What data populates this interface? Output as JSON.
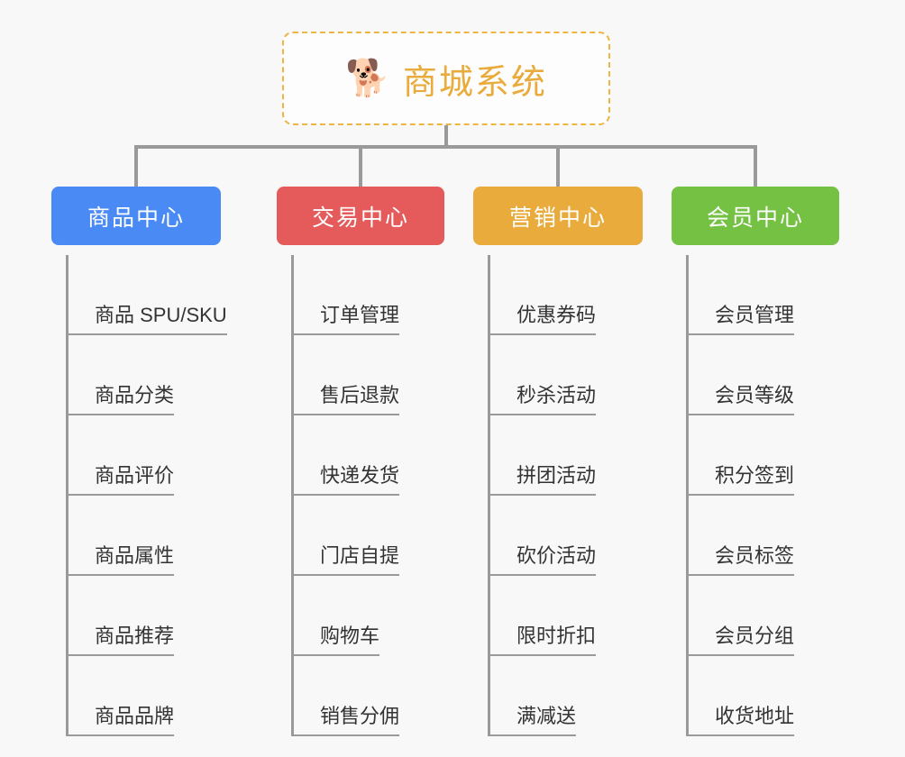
{
  "diagram": {
    "background_color": "#f8f8f8",
    "connector_color": "#9a9a9a"
  },
  "root": {
    "icon": "shiba-dog-face-emoji",
    "emoji": "🐕",
    "title": "商城系统",
    "border_color": "#efb441",
    "text_color": "#e8ab3c"
  },
  "categories": [
    {
      "label": "商品中心",
      "color": "#4a8af4",
      "items": [
        "商品 SPU/SKU",
        "商品分类",
        "商品评价",
        "商品属性",
        "商品推荐",
        "商品品牌"
      ]
    },
    {
      "label": "交易中心",
      "color": "#e55b5b",
      "items": [
        "订单管理",
        "售后退款",
        "快递发货",
        "门店自提",
        "购物车",
        "销售分佣"
      ]
    },
    {
      "label": "营销中心",
      "color": "#e8ab3c",
      "items": [
        "优惠券码",
        "秒杀活动",
        "拼团活动",
        "砍价活动",
        "限时折扣",
        "满减送"
      ]
    },
    {
      "label": "会员中心",
      "color": "#74c143",
      "items": [
        "会员管理",
        "会员等级",
        "积分签到",
        "会员标签",
        "会员分组",
        "收货地址"
      ]
    }
  ]
}
